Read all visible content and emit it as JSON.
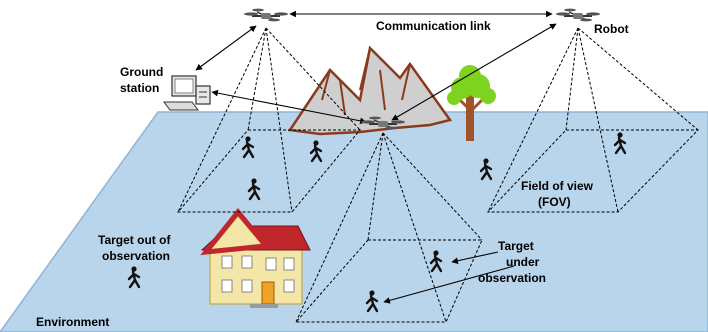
{
  "labels": {
    "communication_link": "Communication link",
    "robot": "Robot",
    "ground_station_line1": "Ground",
    "ground_station_line2": "station",
    "fov_line1": "Field of view",
    "fov_line2": "(FOV)",
    "target_out_line1": "Target out of",
    "target_out_line2": "observation",
    "target_under_line1": "Target",
    "target_under_line2": "under",
    "target_under_line3": "observation",
    "environment": "Environment"
  },
  "colors": {
    "environment_fill": "#b9d5ec",
    "environment_stroke": "#8fb3d6",
    "mountain_fill": "#cfcfcf",
    "mountain_stroke": "#8a3b1c",
    "tree_leaves": "#7ed321",
    "tree_trunk": "#a0522d",
    "house_wall": "#f3e6a6",
    "house_roof": "#c0272d",
    "person": "#111111"
  }
}
